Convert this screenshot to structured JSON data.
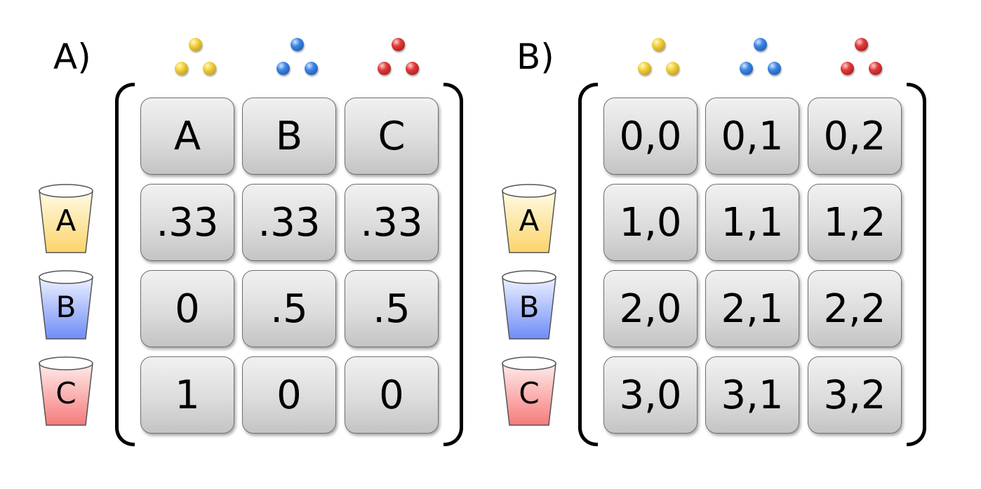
{
  "panels": [
    {
      "label": "A)",
      "cups": [
        {
          "label": "A",
          "color": "#fbd46b"
        },
        {
          "label": "B",
          "color": "#6f8cf7"
        },
        {
          "label": "C",
          "color": "#f67b7b"
        }
      ],
      "ball_colors": [
        "yellow",
        "blue",
        "red"
      ],
      "matrix": [
        [
          "A",
          "B",
          "C"
        ],
        [
          ".33",
          ".33",
          ".33"
        ],
        [
          "0",
          ".5",
          ".5"
        ],
        [
          "1",
          "0",
          "0"
        ]
      ]
    },
    {
      "label": "B)",
      "cups": [
        {
          "label": "A",
          "color": "#fbd46b"
        },
        {
          "label": "B",
          "color": "#6f8cf7"
        },
        {
          "label": "C",
          "color": "#f67b7b"
        }
      ],
      "ball_colors": [
        "yellow",
        "blue",
        "red"
      ],
      "matrix": [
        [
          "0,0",
          "0,1",
          "0,2"
        ],
        [
          "1,0",
          "1,1",
          "1,2"
        ],
        [
          "2,0",
          "2,1",
          "2,2"
        ],
        [
          "3,0",
          "3,1",
          "3,2"
        ]
      ]
    }
  ]
}
